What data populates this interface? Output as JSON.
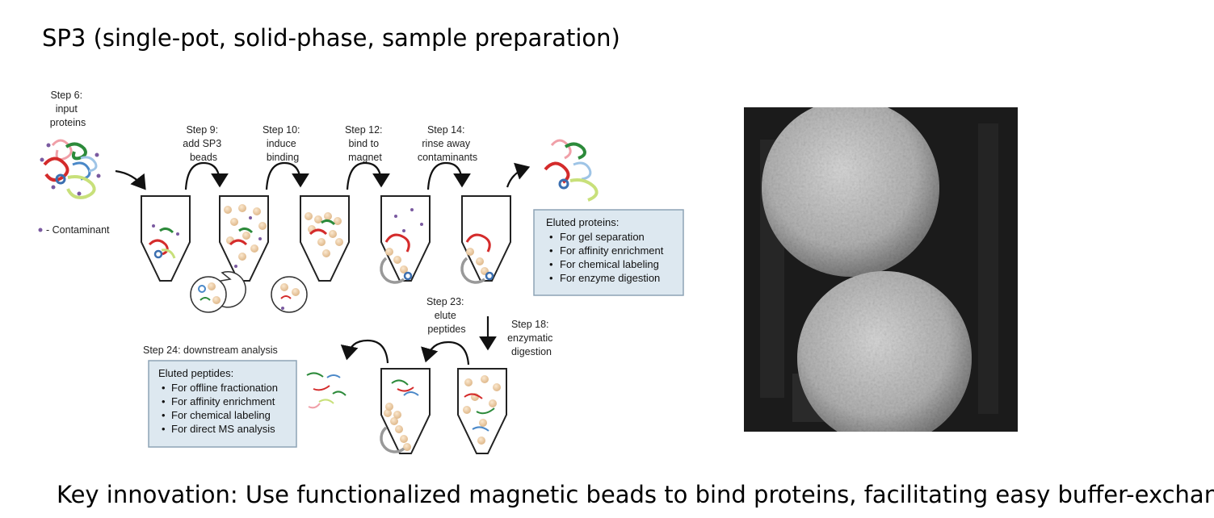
{
  "title": "SP3 (single-pot, solid-phase, sample preparation)",
  "caption": "Key innovation: Use functionalized magnetic beads to bind proteins, facilitating easy buffer-exchange",
  "steps": {
    "step6": [
      "Step 6:",
      "input",
      "proteins"
    ],
    "step9": [
      "Step 9:",
      "add SP3",
      "beads"
    ],
    "step10": [
      "Step 10:",
      "induce",
      "binding"
    ],
    "step12": [
      "Step 12:",
      "bind to",
      "magnet"
    ],
    "step14": [
      "Step 14:",
      "rinse away",
      "contaminants"
    ],
    "step23": [
      "Step 23:",
      "elute",
      "peptides"
    ],
    "step18": [
      "Step 18:",
      "enzymatic",
      "digestion"
    ],
    "step24": "Step 24: downstream analysis"
  },
  "contaminant_legend": "- Contaminant",
  "eluted_proteins": {
    "heading": "Eluted proteins:",
    "items": [
      "For gel separation",
      "For affinity enrichment",
      "For chemical labeling",
      "For enzyme digestion"
    ]
  },
  "eluted_peptides": {
    "heading": "Eluted peptides:",
    "items": [
      "For offline fractionation",
      "For affinity enrichment",
      "For chemical labeling",
      "For direct MS analysis"
    ]
  },
  "colors": {
    "box_fill": "#dde8f0",
    "box_stroke": "#8da4b6",
    "bead": "#f2d3ad",
    "contaminant": "#7a5aa0",
    "protein_red": "#d42b2b",
    "protein_green": "#2c8a3a",
    "protein_blue": "#4a88c8",
    "protein_pink": "#f0a0a8",
    "protein_lime": "#c8e07a",
    "sem_background": "#1b1b1b",
    "sem_sphere": "#b8b8b8"
  }
}
